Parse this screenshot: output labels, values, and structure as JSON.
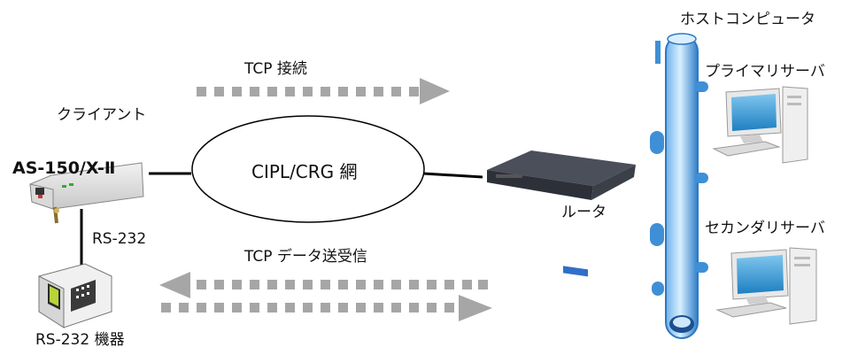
{
  "labels": {
    "tcp_connect": "TCP 接続",
    "client": "クライアント",
    "device_model": "AS-150/X-Ⅱ",
    "network": "CIPL/CRG 網",
    "router": "ルータ",
    "host_computer": "ホストコンピュータ",
    "primary_server": "プライマリサーバ",
    "secondary_server": "セカンダリサーバ",
    "rs232_cable": "RS-232",
    "tcp_data": "TCP データ送受信",
    "rs232_device": "RS-232 機器"
  },
  "icons": {
    "client_device": "terminal-adapter-icon",
    "serial_device": "serial-terminal-icon",
    "router": "router-icon",
    "host_bus": "host-bus-icon",
    "server": "desktop-computer-icon"
  },
  "colors": {
    "arrow_gray": "#a6a6a6",
    "bus_blue": "#3f8fd6",
    "bus_light": "#cfe7fb",
    "screen_blue": "#2b8fd0",
    "line": "#000000"
  }
}
